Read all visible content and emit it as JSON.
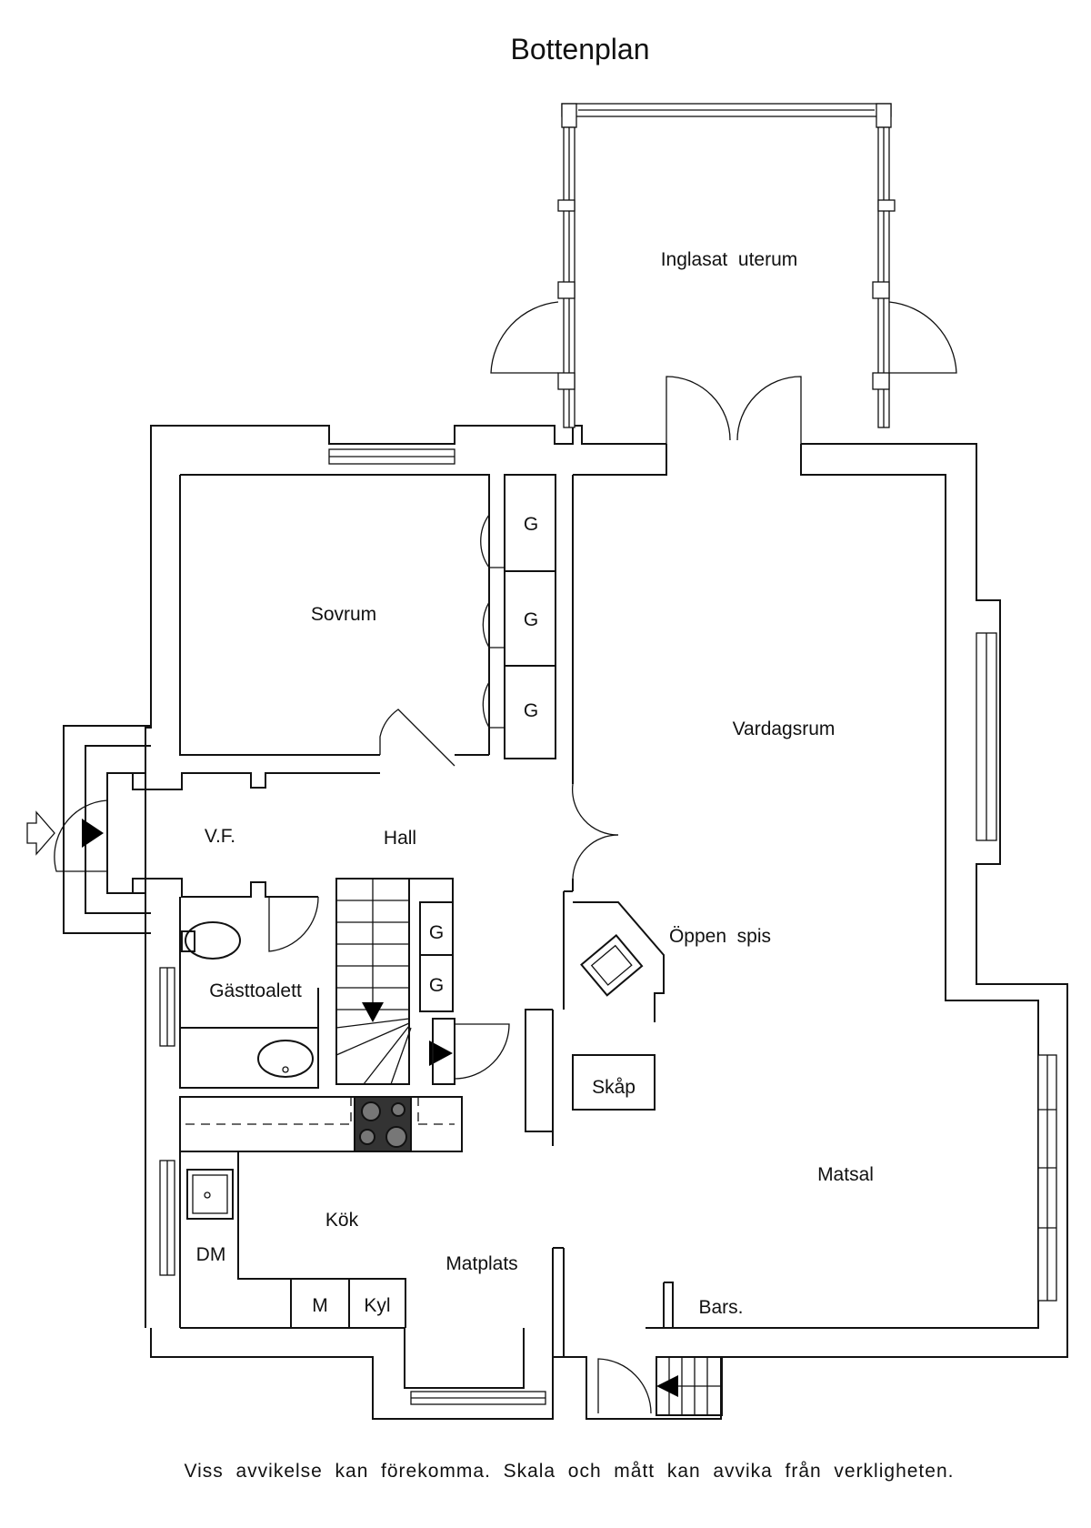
{
  "title": "Bottenplan",
  "rooms": {
    "uterum": "Inglasat  uterum",
    "sovrum": "Sovrum",
    "vardagsrum": "Vardagsrum",
    "vf": "V.F.",
    "hall": "Hall",
    "gasttoalett": "Gästtoalett",
    "oppen_spis": "Öppen  spis",
    "skap": "Skåp",
    "matsal": "Matsal",
    "kok": "Kök",
    "matplats": "Matplats",
    "bars": "Bars."
  },
  "fixtures": {
    "garderob": "G",
    "dm": "DM",
    "m": "M",
    "kyl": "Kyl"
  },
  "disclaimer": "Viss  avvikelse  kan  förekomma.  Skala  och  mått  kan  avvika  från  verkligheten."
}
